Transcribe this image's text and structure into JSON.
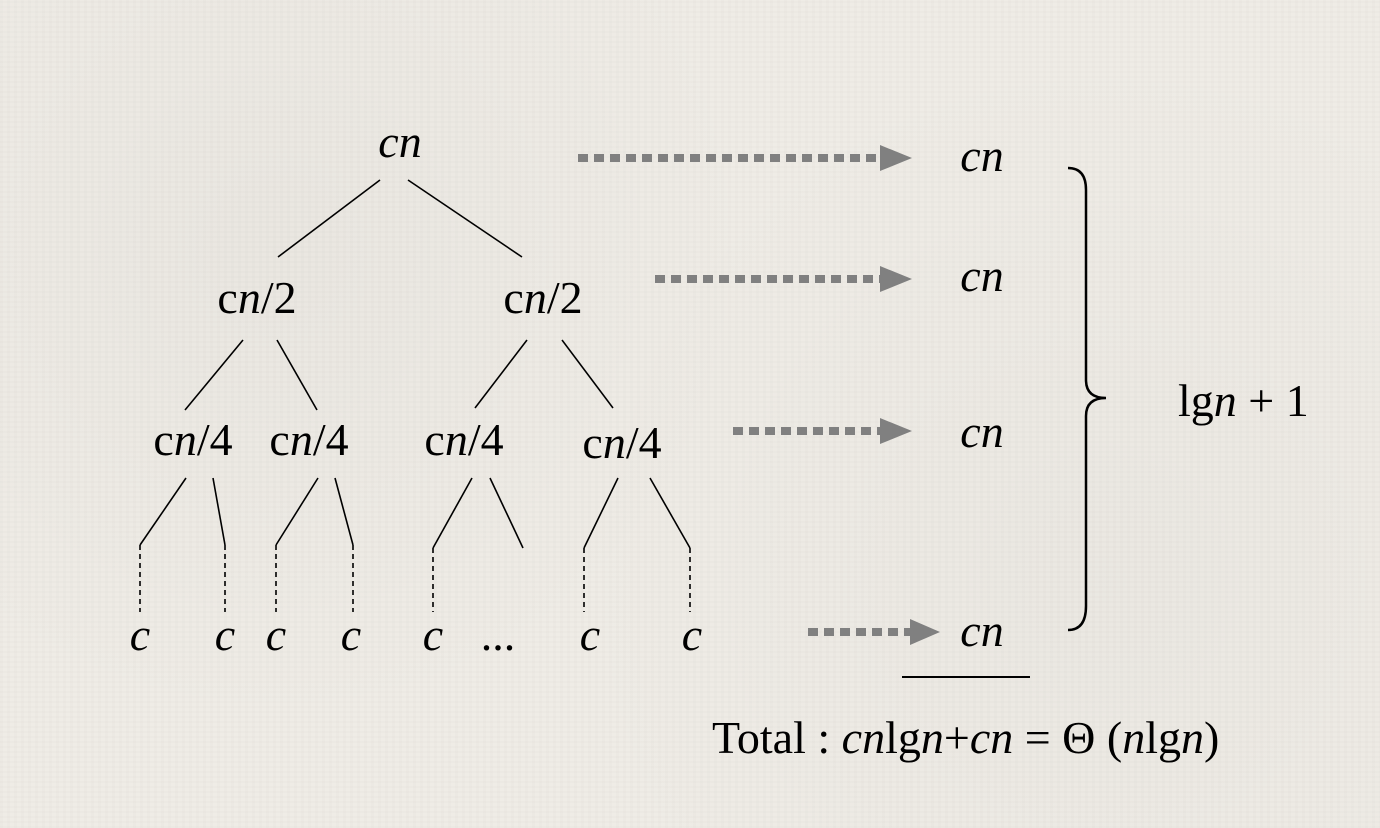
{
  "tree": {
    "root": {
      "parts": [
        [
          "c",
          "i"
        ],
        [
          "n",
          "i"
        ]
      ]
    },
    "level1": [
      {
        "parts": [
          [
            "c",
            ""
          ],
          [
            "n",
            "i"
          ],
          [
            "/2",
            ""
          ]
        ]
      },
      {
        "parts": [
          [
            "c",
            ""
          ],
          [
            "n",
            "i"
          ],
          [
            "/2",
            ""
          ]
        ]
      }
    ],
    "level2": [
      {
        "parts": [
          [
            "c",
            ""
          ],
          [
            "n",
            "i"
          ],
          [
            "/4",
            ""
          ]
        ]
      },
      {
        "parts": [
          [
            "c",
            ""
          ],
          [
            "n",
            "i"
          ],
          [
            "/4",
            ""
          ]
        ]
      },
      {
        "parts": [
          [
            "c",
            ""
          ],
          [
            "n",
            "i"
          ],
          [
            "/4",
            ""
          ]
        ]
      },
      {
        "parts": [
          [
            "c",
            ""
          ],
          [
            "n",
            "i"
          ],
          [
            "/4",
            ""
          ]
        ]
      }
    ],
    "leaves": [
      "c",
      "c",
      "c",
      "c",
      "c",
      "c",
      "c"
    ],
    "ellipsis": "..."
  },
  "level_costs": [
    {
      "parts": [
        [
          "cn",
          "i"
        ]
      ]
    },
    {
      "parts": [
        [
          "cn",
          "i"
        ]
      ]
    },
    {
      "parts": [
        [
          "cn",
          "i"
        ]
      ]
    },
    {
      "parts": [
        [
          "cn",
          "i"
        ]
      ]
    }
  ],
  "height": {
    "parts": [
      [
        "lg",
        ""
      ],
      [
        "n",
        "i"
      ],
      [
        " + 1",
        ""
      ]
    ]
  },
  "total": {
    "parts": [
      [
        "Total : ",
        ""
      ],
      [
        "cn",
        "i"
      ],
      [
        "lg",
        ""
      ],
      [
        "n",
        "i"
      ],
      [
        "+",
        ""
      ],
      [
        "cn",
        "i"
      ],
      [
        " = Θ (",
        ""
      ],
      [
        "n",
        "i"
      ],
      [
        "lg",
        ""
      ],
      [
        "n",
        "i"
      ],
      [
        ")",
        ""
      ]
    ]
  },
  "colors": {
    "arrow": "#808080",
    "background": "#efece6",
    "ink": "#000000"
  }
}
